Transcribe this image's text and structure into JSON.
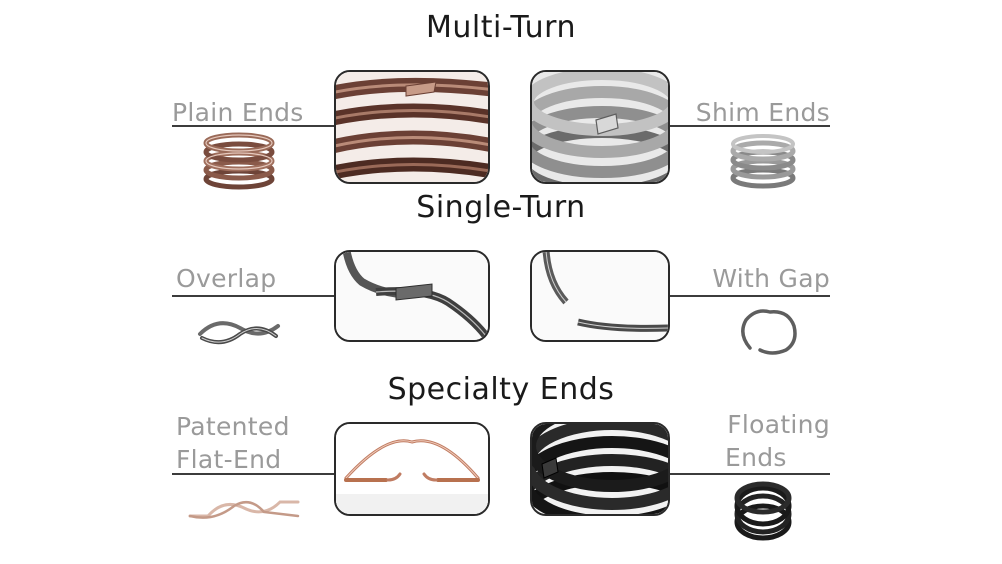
{
  "sections": {
    "multi_turn": {
      "title": "Multi-Turn",
      "left_label": "Plain Ends",
      "right_label": "Shim Ends"
    },
    "single_turn": {
      "title": "Single-Turn",
      "left_label": "Overlap",
      "right_label": "With Gap"
    },
    "specialty": {
      "title": "Specialty Ends",
      "left_label_line1": "Patented",
      "left_label_line2": "Flat-End",
      "right_label_line1": "Floating",
      "right_label_line2": "Ends"
    }
  },
  "colors": {
    "heading": "#1a1a1a",
    "label": "#9a9a9a",
    "rule": "#3c3c3c",
    "bronze": "#8a5a4a",
    "steel": "#8c8c8c",
    "black": "#1b1b1b",
    "copper": "#c98b70"
  }
}
